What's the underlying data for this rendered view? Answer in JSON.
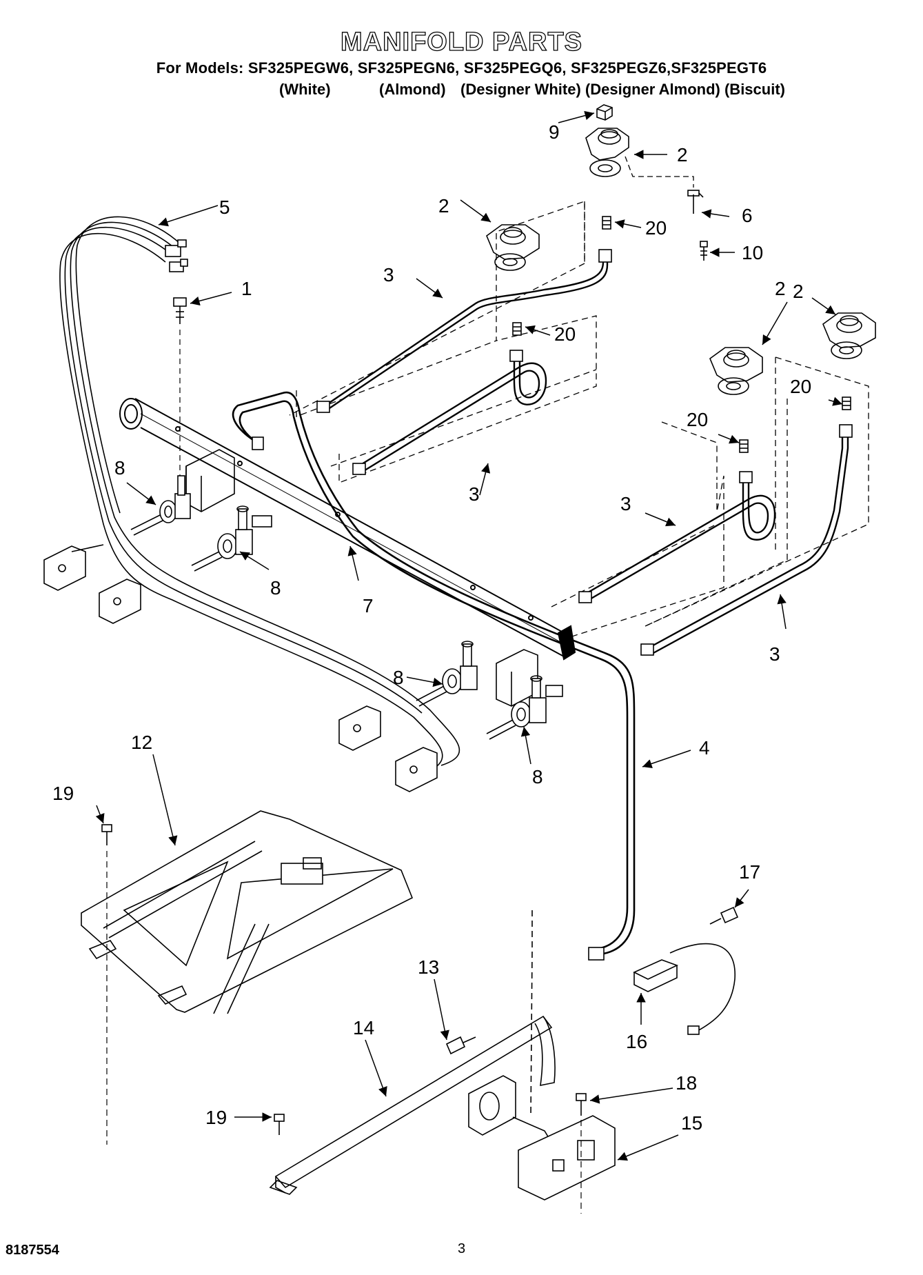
{
  "title": "MANIFOLD PARTS",
  "models_line": "For Models: SF325PEGW6, SF325PEGN6, SF325PEGQ6, SF325PEGZ6,SF325PEGT6",
  "color_labels": [
    "(White)",
    "(Almond)",
    "(Designer White) (Designer Almond) (Biscuit)"
  ],
  "callouts": {
    "c1": "1",
    "c2a": "2",
    "c2b": "2",
    "c2c": "2",
    "c2d": "2",
    "c3a": "3",
    "c3b": "3",
    "c3c": "3",
    "c3d": "3",
    "c4": "4",
    "c5": "5",
    "c6": "6",
    "c7": "7",
    "c8a": "8",
    "c8b": "8",
    "c8c": "8",
    "c8d": "8",
    "c9": "9",
    "c10": "10",
    "c12": "12",
    "c13": "13",
    "c14": "14",
    "c15": "15",
    "c16": "16",
    "c17": "17",
    "c18": "18",
    "c19a": "19",
    "c19b": "19",
    "c20a": "20",
    "c20b": "20",
    "c20c": "20",
    "c20d": "20"
  },
  "footer": {
    "doc_number": "8187554",
    "page_number": "3"
  }
}
